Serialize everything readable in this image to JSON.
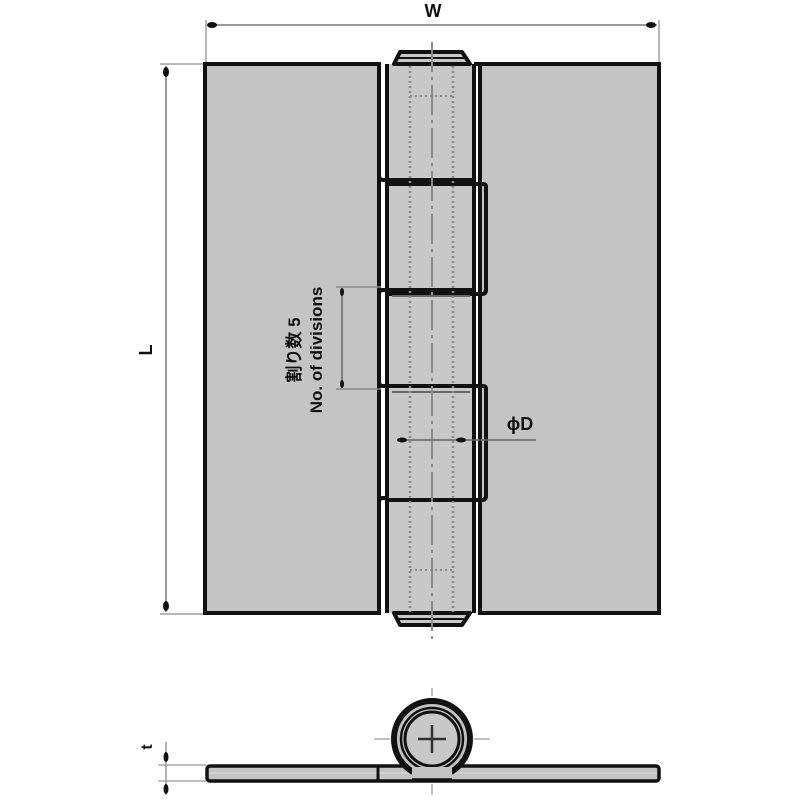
{
  "diagram": {
    "subject": "Butt hinge technical drawing",
    "colors": {
      "plate_fill": "#c4c4c4",
      "outline": "#111111",
      "dimension_line": "#9a9a9a",
      "hidden_line": "#8a8a8a",
      "background": "#ffffff"
    },
    "labels": {
      "width": "W",
      "length": "L",
      "pin_diameter": "ϕD",
      "thickness": "t",
      "divisions_jp": "割り数 5",
      "divisions_en": "No. of divisions"
    },
    "views": [
      "front-view",
      "end-section-view"
    ],
    "knuckle_divisions": 5
  }
}
